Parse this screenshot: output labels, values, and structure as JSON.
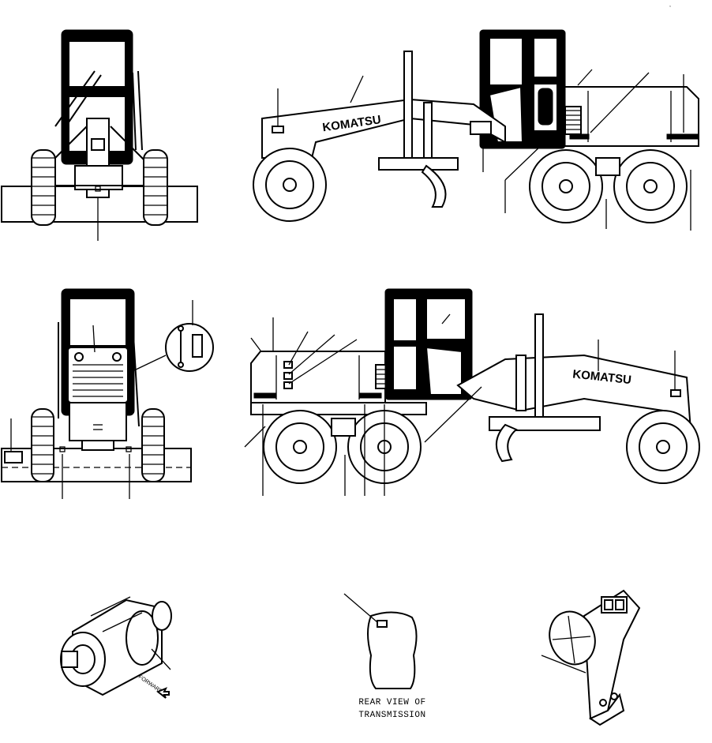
{
  "brand_text": "KOMATSU",
  "brand_text_2": "KOMATSU",
  "caption_line1": "REAR VIEW OF",
  "caption_line2": "TRANSMISSION",
  "forward_text": "FORWARD",
  "mark": ","
}
